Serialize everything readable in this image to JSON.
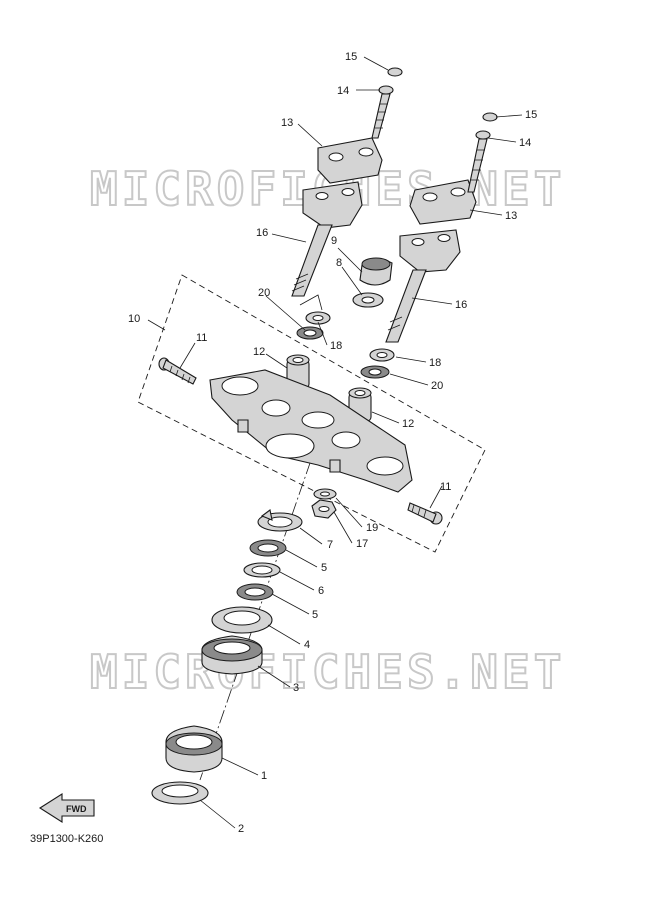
{
  "diagram": {
    "watermark_top": "MICROFICHES.NET",
    "watermark_bottom": "MICROFICHES.NET",
    "fwd_label": "FWD",
    "drawing_code": "39P1300-K260",
    "callouts": {
      "c1": "1",
      "c2": "2",
      "c3": "3",
      "c4": "4",
      "c5a": "5",
      "c5b": "5",
      "c6": "6",
      "c7": "7",
      "c8": "8",
      "c9": "9",
      "c10": "10",
      "c11a": "11",
      "c11b": "11",
      "c12a": "12",
      "c12b": "12",
      "c13a": "13",
      "c13b": "13",
      "c14a": "14",
      "c14b": "14",
      "c15a": "15",
      "c15b": "15",
      "c16a": "16",
      "c16b": "16",
      "c17": "17",
      "c18a": "18",
      "c18b": "18",
      "c19": "19",
      "c20a": "20",
      "c20b": "20"
    }
  }
}
